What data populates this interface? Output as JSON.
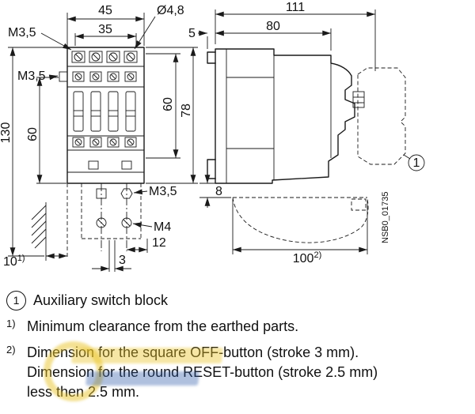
{
  "colors": {
    "line": "#1a1a1a",
    "background": "#ffffff",
    "watermark_yellow": "#e9c427",
    "watermark_blue": "#2d59a8"
  },
  "drawing": {
    "front": {
      "dim_45": "45",
      "dim_35": "35",
      "dia_hole": "Ø4,8",
      "m35_top": "M3,5",
      "m35_left": "M3,5",
      "dim_130": "130",
      "dim_60_left": "60",
      "dim_60_right": "60",
      "dim_78": "78",
      "m35_bottom": "M3,5",
      "m4": "M4",
      "dim_12": "12",
      "dim_3": "3",
      "dim_10": "10",
      "dim_10_sup": "1)"
    },
    "side": {
      "dim_111": "111",
      "dim_5": "5",
      "dim_80": "80",
      "dim_8": "8",
      "dim_100": "100",
      "dim_100_sup": "2)",
      "callout_1": "1",
      "drawing_number": "NSB0_01735"
    }
  },
  "legend": {
    "item1_marker": "1",
    "item1_text": "Auxiliary switch block",
    "note1_marker": "1)",
    "note1_text": "Minimum clearance from the earthed parts.",
    "note2_marker": "2)",
    "note2_line1": "Dimension for the square OFF-button (stroke 3 mm).",
    "note2_line2": "Dimension for the round RESET-button (stroke 2.5 mm)",
    "note2_line3": "less then 2.5 mm."
  }
}
